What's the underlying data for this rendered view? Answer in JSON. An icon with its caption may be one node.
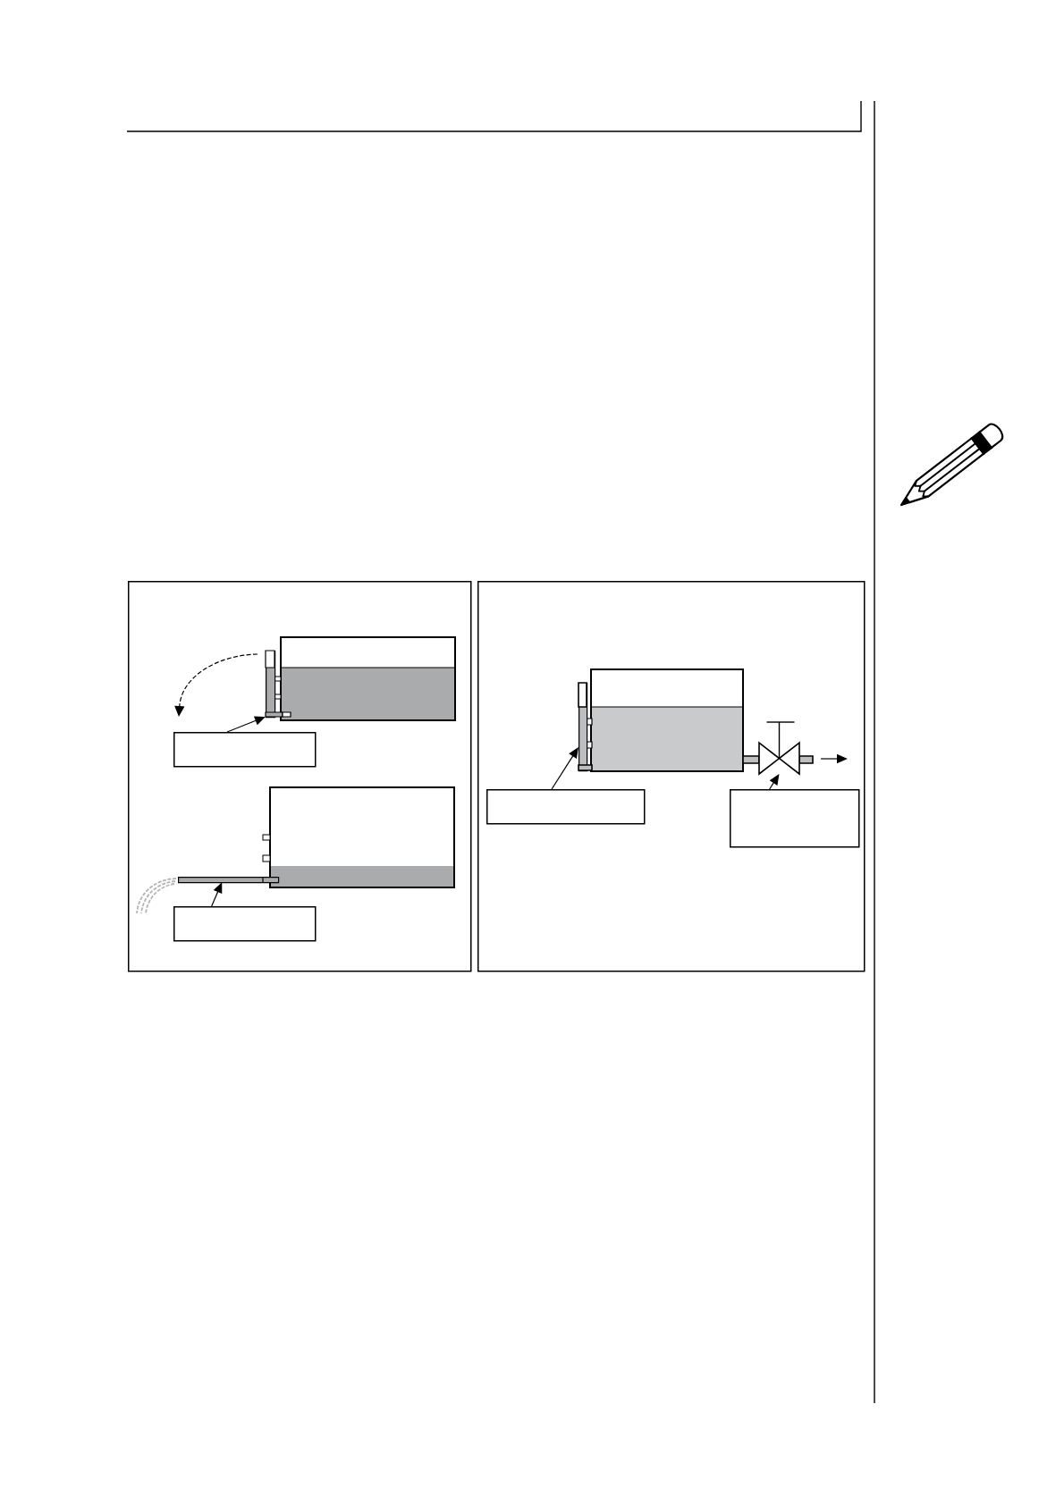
{
  "diagram": {
    "nodes": [
      {
        "text": [],
        "shape": "box"
      },
      {
        "text": [],
        "shape": "bar",
        "in": 0
      },
      {
        "text": [],
        "shape": "box",
        "in": 0
      },
      {
        "text": [],
        "shape": "bar",
        "in": 0
      },
      {
        "text": [],
        "shape": "box",
        "in": 0
      },
      {
        "text": [],
        "shape": "box"
      },
      {
        "text": [],
        "shape": "bar",
        "in": 5
      },
      {
        "text": [],
        "shape": "picture",
        "in": 5
      },
      {
        "text": [],
        "shape": "box",
        "in": 5
      },
      {
        "text": [],
        "shape": "box",
        "in": 5
      }
    ],
    "edges": [
      {
        "from": 2,
        "to": 1,
        "arrow": "to"
      },
      {
        "from": 4,
        "to": 3,
        "arrow": "to"
      },
      {
        "from": 8,
        "to": 6,
        "arrow": "to"
      },
      {
        "from": 9,
        "to": 7,
        "arrow": "to"
      }
    ]
  }
}
